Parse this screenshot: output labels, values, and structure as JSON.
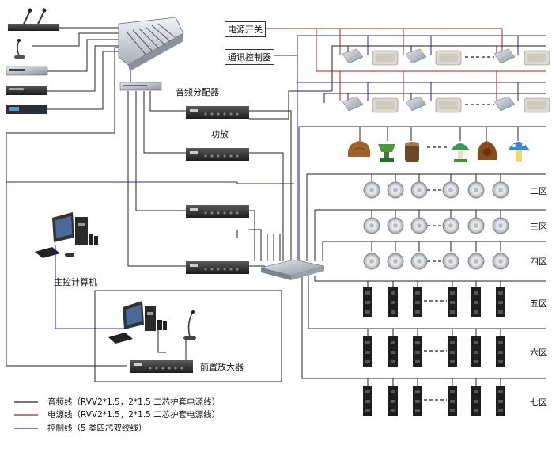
{
  "labels": {
    "power_switch": "电源开关",
    "comm_control": "通讯控制器",
    "audio_splitter": "音频分配器",
    "amplifier": "功放",
    "main_computer": "主控计算机",
    "preamp": "前置放大器"
  },
  "zones": [
    "二区",
    "三区",
    "四区",
    "五区",
    "六区",
    "七区"
  ],
  "legend": [
    {
      "text": "音频线（RVV2*1.5，2*1.5 二芯护套电源线）",
      "color": "#222222"
    },
    {
      "text": "电源线（RVV2*1.5，2*1.5 二芯护套电源线）",
      "color": "#9a2a1a"
    },
    {
      "text": "控制线（5 类四芯双绞线）",
      "color": "#2a2a8a"
    }
  ],
  "colors": {
    "audio": "#222222",
    "power": "#9a2a1a",
    "control": "#2a2a8a"
  }
}
